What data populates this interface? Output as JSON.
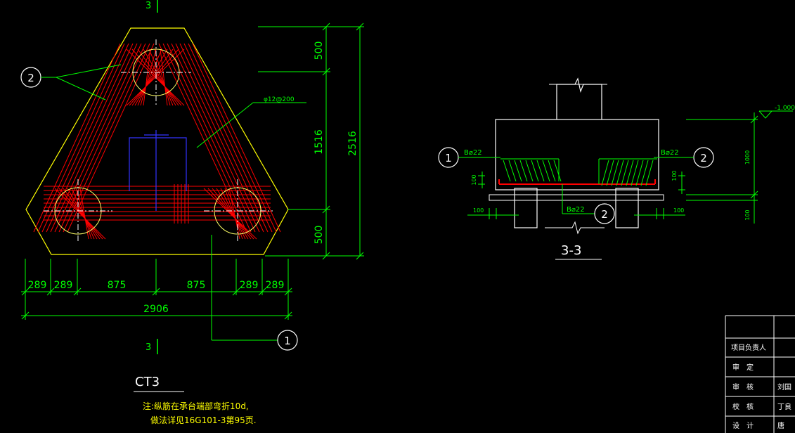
{
  "plan": {
    "section_mark_top": "3",
    "section_mark_bottom": "3",
    "bubble_rebar": "2",
    "bubble_bottom": "1",
    "rebar_note": "φ12@200",
    "dims_right": {
      "top": "500",
      "middle": "1516",
      "bottom": "500",
      "total": "2516"
    },
    "dims_bottom": {
      "a": "289",
      "b": "289",
      "c": "875",
      "d": "875",
      "e": "289",
      "f": "289",
      "total": "2906"
    },
    "title": "CT3",
    "note_line1": "注:纵筋在承台端部弯折10d,",
    "note_line2": "做法详见16G101-3第95页."
  },
  "section": {
    "elevation": "-1.000",
    "dim_height": "1000",
    "dim_bottom": "100",
    "dim_cover": "100",
    "dim_left_cover": "100",
    "dim_left_bottom": "100",
    "dim_right_bottom": "100",
    "rebar_left": "B⌀22",
    "rebar_right": "B⌀22",
    "rebar_bottom": "B⌀22",
    "bubble_left": "1",
    "bubble_right": "2",
    "bubble_bottom": "2",
    "title": "3-3"
  },
  "title_block": {
    "rows": [
      "项目负责人",
      "审　定",
      "审　核",
      "校　核",
      "设　计"
    ],
    "names": [
      "",
      "",
      "刘国",
      "丁良",
      "唐"
    ]
  },
  "colors": {
    "outline": "#ffff00",
    "dimension": "#00ff00",
    "rebar": "#ff0000",
    "column": "#0000ff",
    "text": "#00ff00",
    "white": "#ffffff"
  }
}
